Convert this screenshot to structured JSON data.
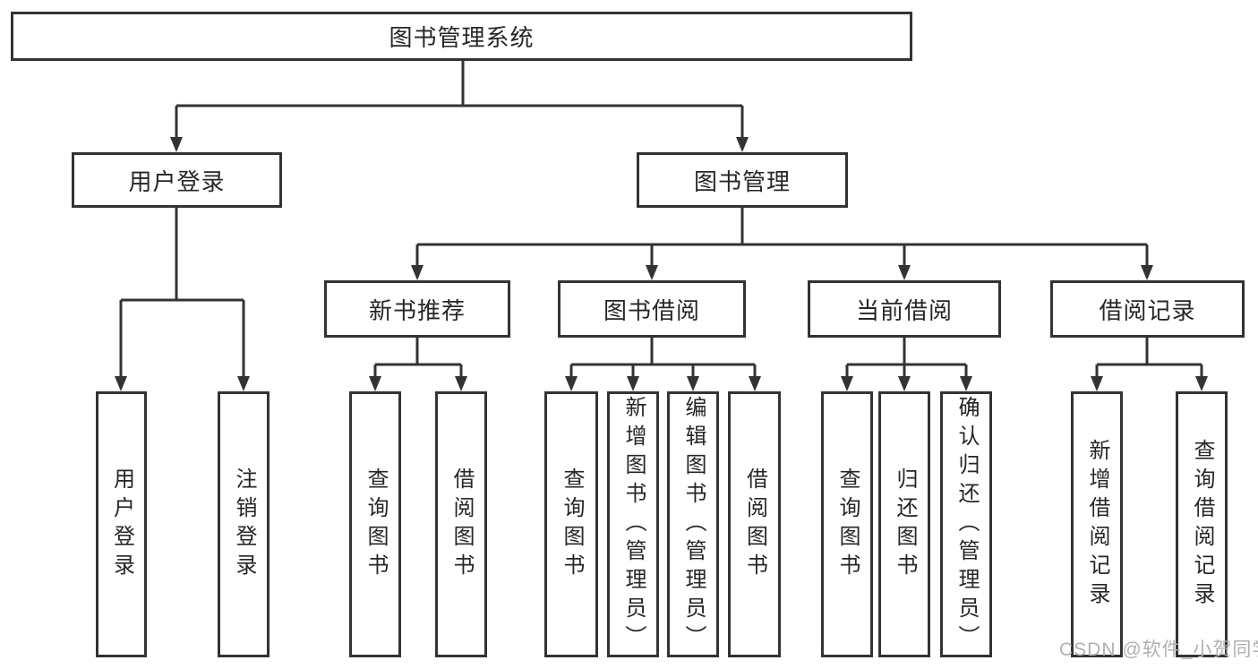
{
  "diagram": {
    "root": {
      "label": "图书管理系统"
    },
    "branches": {
      "user_login": {
        "label": "用户登录",
        "children": {
          "login": "用户登录",
          "logout": "注销登录"
        }
      },
      "book_mgmt": {
        "label": "图书管理",
        "sections": {
          "new_books": {
            "label": "新书推荐",
            "children": {
              "query": "查询图书",
              "borrow": "借阅图书"
            }
          },
          "book_borrow": {
            "label": "图书借阅",
            "children": {
              "query": "查询图书",
              "add": "新增图书（管理员）",
              "edit": "编辑图书（管理员）",
              "borrow": "借阅图书"
            }
          },
          "current_borrow": {
            "label": "当前借阅",
            "children": {
              "query": "查询图书",
              "return": "归还图书",
              "confirm": "确认归还（管理员）"
            }
          },
          "borrow_records": {
            "label": "借阅记录",
            "children": {
              "add": "新增借阅记录",
              "query": "查询借阅记录"
            }
          }
        }
      }
    },
    "watermark": "CSDN @软件_小贺同学",
    "colors": {
      "line": "#333333",
      "text": "#262626",
      "box_bg": "#ffffff",
      "watermark": "#b0b0b0",
      "background": "#ffffff"
    }
  }
}
